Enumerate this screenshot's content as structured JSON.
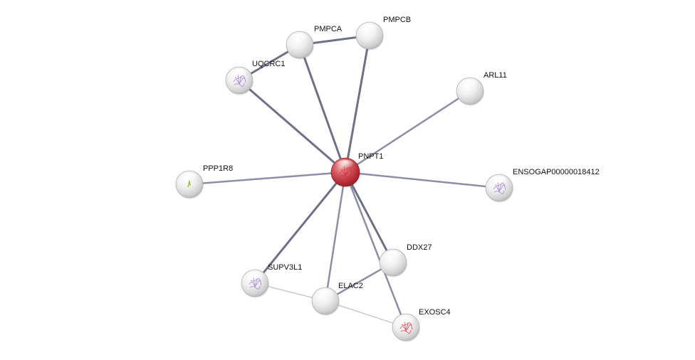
{
  "network": {
    "center_node": "PNPT1",
    "colors": {
      "center_node": "#c8323c",
      "node": "#e6e6e6",
      "edge_strong": "#6e7088",
      "edge_medium": "#8c8ea4",
      "edge_weak": "#c4c4c8"
    },
    "nodes": [
      {
        "id": "pmpca",
        "label": "PMPCA",
        "highlight": false,
        "structure": "none"
      },
      {
        "id": "pmpcb",
        "label": "PMPCB",
        "highlight": false,
        "structure": "none"
      },
      {
        "id": "uqcrc1",
        "label": "UQCRC1",
        "highlight": false,
        "structure": "purple"
      },
      {
        "id": "arl11",
        "label": "ARL11",
        "highlight": false,
        "structure": "none"
      },
      {
        "id": "pnpt1",
        "label": "PNPT1",
        "highlight": true,
        "structure": "red"
      },
      {
        "id": "ppp1r8",
        "label": "PPP1R8",
        "highlight": false,
        "structure": "green"
      },
      {
        "id": "ensogap",
        "label": "ENSOGAP00000018412",
        "highlight": false,
        "structure": "purple"
      },
      {
        "id": "ddx27",
        "label": "DDX27",
        "highlight": false,
        "structure": "none"
      },
      {
        "id": "supv3l1",
        "label": "SUPV3L1",
        "highlight": false,
        "structure": "purple"
      },
      {
        "id": "elac2",
        "label": "ELAC2",
        "highlight": false,
        "structure": "none"
      },
      {
        "id": "exosc4",
        "label": "EXOSC4",
        "highlight": false,
        "structure": "red"
      }
    ],
    "edges": [
      {
        "source": "pnpt1",
        "target": "pmpca",
        "strength": "strong"
      },
      {
        "source": "pnpt1",
        "target": "pmpcb",
        "strength": "strong"
      },
      {
        "source": "pnpt1",
        "target": "uqcrc1",
        "strength": "strong"
      },
      {
        "source": "pnpt1",
        "target": "arl11",
        "strength": "medium"
      },
      {
        "source": "pnpt1",
        "target": "ppp1r8",
        "strength": "medium"
      },
      {
        "source": "pnpt1",
        "target": "ensogap",
        "strength": "medium"
      },
      {
        "source": "pnpt1",
        "target": "ddx27",
        "strength": "strong"
      },
      {
        "source": "pnpt1",
        "target": "supv3l1",
        "strength": "strong"
      },
      {
        "source": "pnpt1",
        "target": "elac2",
        "strength": "medium"
      },
      {
        "source": "pnpt1",
        "target": "exosc4",
        "strength": "medium"
      },
      {
        "source": "pmpca",
        "target": "pmpcb",
        "strength": "strong"
      },
      {
        "source": "pmpca",
        "target": "uqcrc1",
        "strength": "strong"
      },
      {
        "source": "ddx27",
        "target": "elac2",
        "strength": "medium"
      },
      {
        "source": "supv3l1",
        "target": "elac2",
        "strength": "weak"
      },
      {
        "source": "elac2",
        "target": "exosc4",
        "strength": "weak"
      }
    ]
  }
}
